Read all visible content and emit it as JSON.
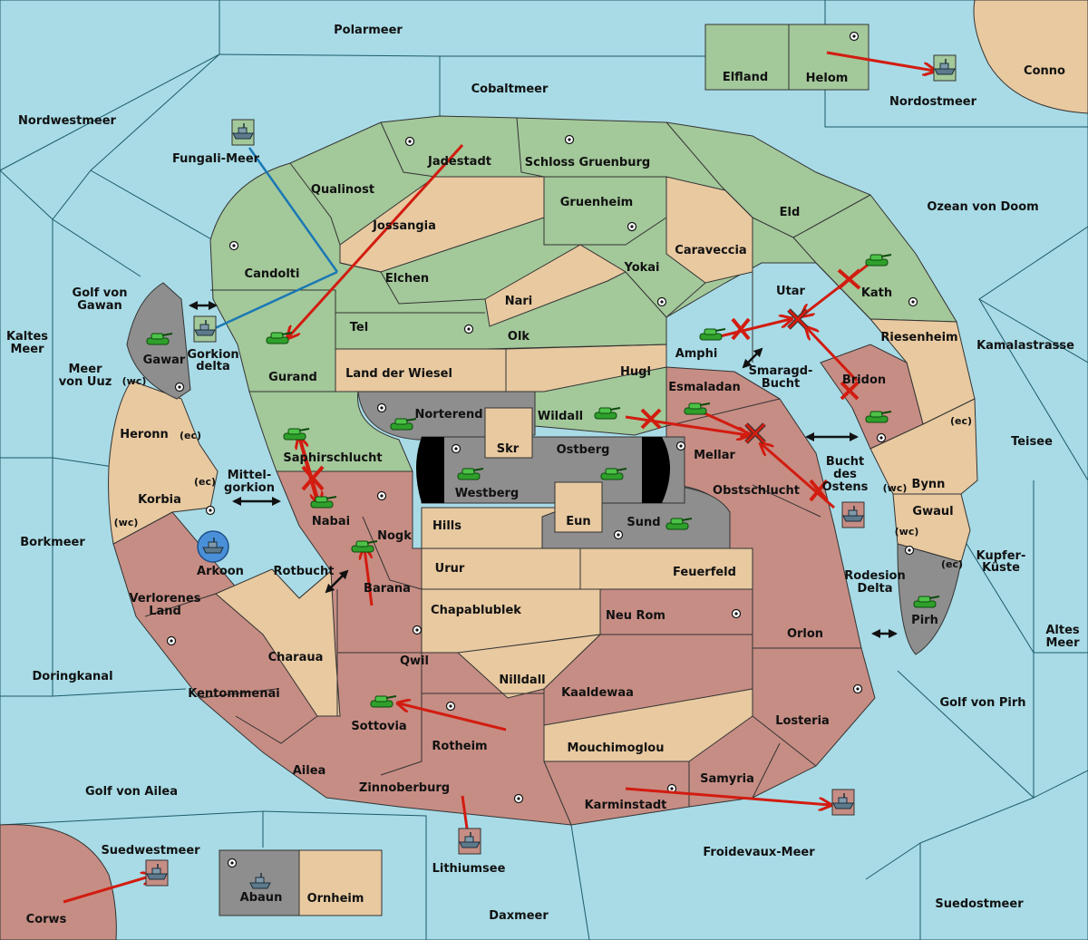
{
  "colors": {
    "sea": "#a8dbe6",
    "green": "#a3c89a",
    "tan": "#e8c9a0",
    "red": "#c68d84",
    "grey": "#8e8e8e",
    "order": "#d21c10",
    "support": "#1a78b5",
    "army": "#2ea02b",
    "fleet": "#4b6a7e"
  },
  "sea": {
    "polarmeer": "Polarmeer",
    "cobaltmeer": "Cobaltmeer",
    "nordwestmeer": "Nordwestmeer",
    "nordostmeer": "Nordostmeer",
    "conno": "Conno",
    "fungali": "Fungali-Meer",
    "ozean_doom": "Ozean von Doom",
    "kamalastrasse": "Kamalastrasse",
    "teisee": "Teisee",
    "kupfer1": "Kupfer-",
    "kupfer2": "Küste",
    "altes1": "Altes",
    "altes2": "Meer",
    "golf_pirh": "Golf von Pirh",
    "suedostmeer": "Suedostmeer",
    "froidevaux": "Froidevaux-Meer",
    "daxmeer": "Daxmeer",
    "lithiumsee": "Lithiumsee",
    "suedwestmeer": "Suedwestmeer",
    "corws": "Corws",
    "golf_ailea": "Golf von Ailea",
    "doringkanal": "Doringkanal",
    "borkmeer": "Borkmeer",
    "kaltes1": "Kaltes",
    "kaltes2": "Meer",
    "uuz1": "Meer",
    "uuz2": "von Uuz",
    "gawan1": "Golf von",
    "gawan2": "Gawan",
    "gorkion1": "Gorkion",
    "gorkion2": "delta",
    "mittel1": "Mittel-",
    "mittel2": "gorkion",
    "rotbucht": "Rotbucht",
    "smaragd1": "Smaragd-",
    "smaragd2": "Bucht",
    "bucht1": "Bucht",
    "bucht2": "des",
    "bucht3": "Ostens",
    "rodesion1": "Rodesion",
    "rodesion2": "Delta"
  },
  "land": {
    "elfland": "Elfland",
    "helom": "Helom",
    "abaun": "Abaun",
    "ornheim": "Ornheim",
    "jadestadt": "Jadestadt",
    "schloss": "Schloss Gruenburg",
    "qualinost": "Qualinost",
    "jossangia": "Jossangia",
    "gruenheim": "Gruenheim",
    "eld": "Eld",
    "candolti": "Candolti",
    "elchen": "Elchen",
    "caraveccia": "Caraveccia",
    "yokai": "Yokai",
    "nari": "Nari",
    "utar": "Utar",
    "kath": "Kath",
    "tel": "Tel",
    "olk": "Olk",
    "amphi": "Amphi",
    "gurand": "Gurand",
    "land_wiesel": "Land der Wiesel",
    "hugl": "Hugl",
    "riesenheim": "Riesenheim",
    "gawar": "Gawar",
    "bridon": "Bridon",
    "esmaladan": "Esmaladan",
    "norterend": "Norterend",
    "wildall": "Wildall",
    "skr": "Skr",
    "ostberg": "Ostberg",
    "mellar": "Mellar",
    "westberg": "Westberg",
    "obstschlucht": "Obstschlucht",
    "heronn": "Heronn",
    "saphir": "Saphirschlucht",
    "nabai": "Nabai",
    "hills": "Hills",
    "eun": "Eun",
    "sund": "Sund",
    "korbia": "Korbia",
    "nogk": "Nogk",
    "bynn": "Bynn",
    "gwaul": "Gwaul",
    "urur": "Urur",
    "feuerfeld": "Feuerfeld",
    "arkoon": "Arkoon",
    "barana": "Barana",
    "pirh": "Pirh",
    "verloren1": "Verlorenes",
    "verloren2": "Land",
    "chapa": "Chapablublek",
    "neurom": "Neu Rom",
    "orlon": "Orlon",
    "charaua": "Charaua",
    "qwil": "Qwil",
    "nilldall": "Nilldall",
    "kentom": "Kentommenai",
    "kaaldewaa": "Kaaldewaa",
    "sottovia": "Sottovia",
    "rotheim": "Rotheim",
    "losteria": "Losteria",
    "mouchi": "Mouchimoglou",
    "ailea": "Ailea",
    "samyria": "Samyria",
    "zinnoberburg": "Zinnoberburg",
    "karminstadt": "Karminstadt"
  },
  "coast": {
    "wc": "(wc)",
    "ec": "(ec)"
  }
}
